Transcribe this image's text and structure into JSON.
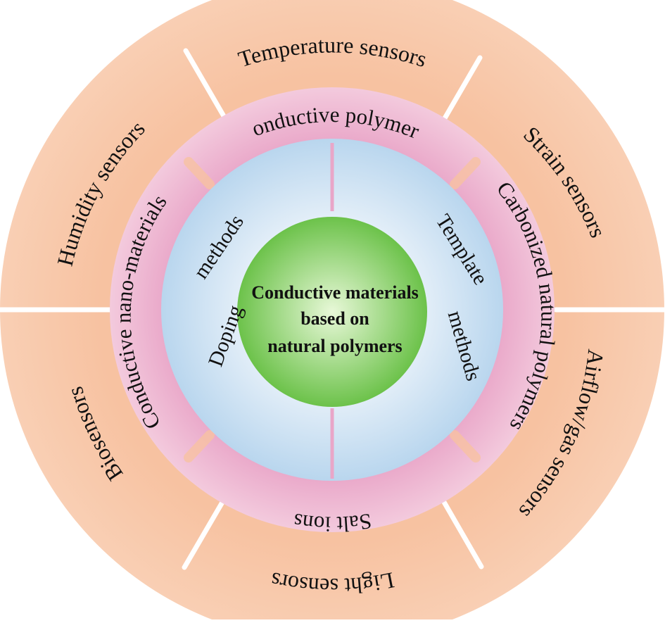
{
  "colors": {
    "outer_ring": "#f7c2a1",
    "outer_ring_edge": "#f9cfb4",
    "material_ring": "#e9a6c8",
    "material_ring_soft": "#f3cadd",
    "method_disk_center": "#f4f8fc",
    "method_disk_edge": "#b9d6ee",
    "core_center": "#e8f8d8",
    "core_edge": "#6cc24a",
    "divider": "#ffffff",
    "text": "#111111"
  },
  "center": {
    "lines": [
      "Conductive materials",
      "based on",
      "natural polymers"
    ]
  },
  "methods": {
    "doping": {
      "words": [
        "Doping",
        "methods"
      ]
    },
    "template": {
      "words": [
        "Template",
        "methods"
      ]
    }
  },
  "materials": {
    "conductive_polymers": "Conductive polymers",
    "carbonized_natural_polymers": "Carbonized natural polymers",
    "salt_ions": "Salt ions",
    "conductive_nano_materials": "Conductive nano-materials"
  },
  "sensors": {
    "temperature": "Temperature sensors",
    "strain": "Strain sensors",
    "airflow_gas": "Airflow/gas sensors",
    "light": "Light sensors",
    "biosensors": "Biosensors",
    "humidity": "Humidity sensors"
  }
}
